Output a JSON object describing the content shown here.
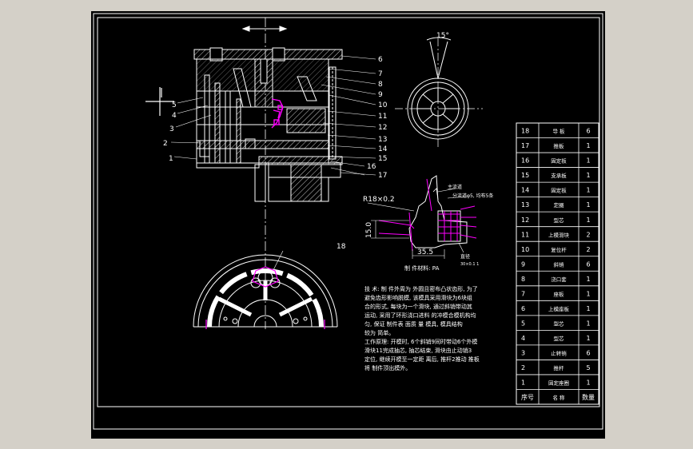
{
  "colors": {
    "background": "#000000",
    "frame": "#d4d0c8",
    "line": "#ffffff",
    "accent": "#ff00ff"
  },
  "parts_table": {
    "headers": {
      "no": "序号",
      "name": "名 称",
      "qty": "数量"
    },
    "rows": [
      {
        "no": "18",
        "name": "导 板",
        "qty": "6"
      },
      {
        "no": "17",
        "name": "推板",
        "qty": "1"
      },
      {
        "no": "16",
        "name": "固定板",
        "qty": "1"
      },
      {
        "no": "15",
        "name": "支承板",
        "qty": "1"
      },
      {
        "no": "14",
        "name": "固定板",
        "qty": "1"
      },
      {
        "no": "13",
        "name": "定圈",
        "qty": "1"
      },
      {
        "no": "12",
        "name": "型芯",
        "qty": "1"
      },
      {
        "no": "11",
        "name": "上模滑块",
        "qty": "2"
      },
      {
        "no": "10",
        "name": "复位杆",
        "qty": "2"
      },
      {
        "no": "9",
        "name": "斜销",
        "qty": "6"
      },
      {
        "no": "8",
        "name": "浇口套",
        "qty": "1"
      },
      {
        "no": "7",
        "name": "座板",
        "qty": "1"
      },
      {
        "no": "6",
        "name": "上模座板",
        "qty": "1"
      },
      {
        "no": "5",
        "name": "型芯",
        "qty": "1"
      },
      {
        "no": "4",
        "name": "型芯",
        "qty": "1"
      },
      {
        "no": "3",
        "name": "止转销",
        "qty": "6"
      },
      {
        "no": "2",
        "name": "推杆",
        "qty": "5"
      },
      {
        "no": "1",
        "name": "固定座圈",
        "qty": "1"
      }
    ]
  },
  "section_callouts": [
    "1",
    "2",
    "3",
    "4",
    "5",
    "6",
    "7",
    "8",
    "9",
    "10",
    "11",
    "12",
    "13",
    "14",
    "15",
    "16",
    "17"
  ],
  "plan_callout": "18",
  "angle_label": "15°",
  "detail": {
    "radius": "R18×0.2",
    "height": "15.0",
    "width": "35.5",
    "label_runner": "主流道",
    "label_gate": "分流道φ5, 均布5条",
    "label_spec": "直径",
    "label_spec2": "30×0.1 1",
    "material": "制 件材料: PA"
  },
  "notes": {
    "para1": [
      "技 术: 制 件外周为 外圆且密布凸状齿形, 为了",
      "避免齿形影响脱模, 该模具采用滑块为6块组",
      "合的形式, 每块为一个滑块, 通过斜销带动其",
      "运动, 采用了环形浇口进料 的冲模合模机构均",
      "匀, 保证 制件表 面质 量 模具, 模具结构",
      "较为 简单。"
    ],
    "para2": [
      "工作原理: 开模时, 6个斜销9同时带动6个外模",
      "滑块11完成抽芯, 抽芯结束, 滑块由止动销3",
      "定位, 继续开模至一定距 离后, 推杆2推动 推板",
      "将 制件顶出模外。"
    ]
  }
}
